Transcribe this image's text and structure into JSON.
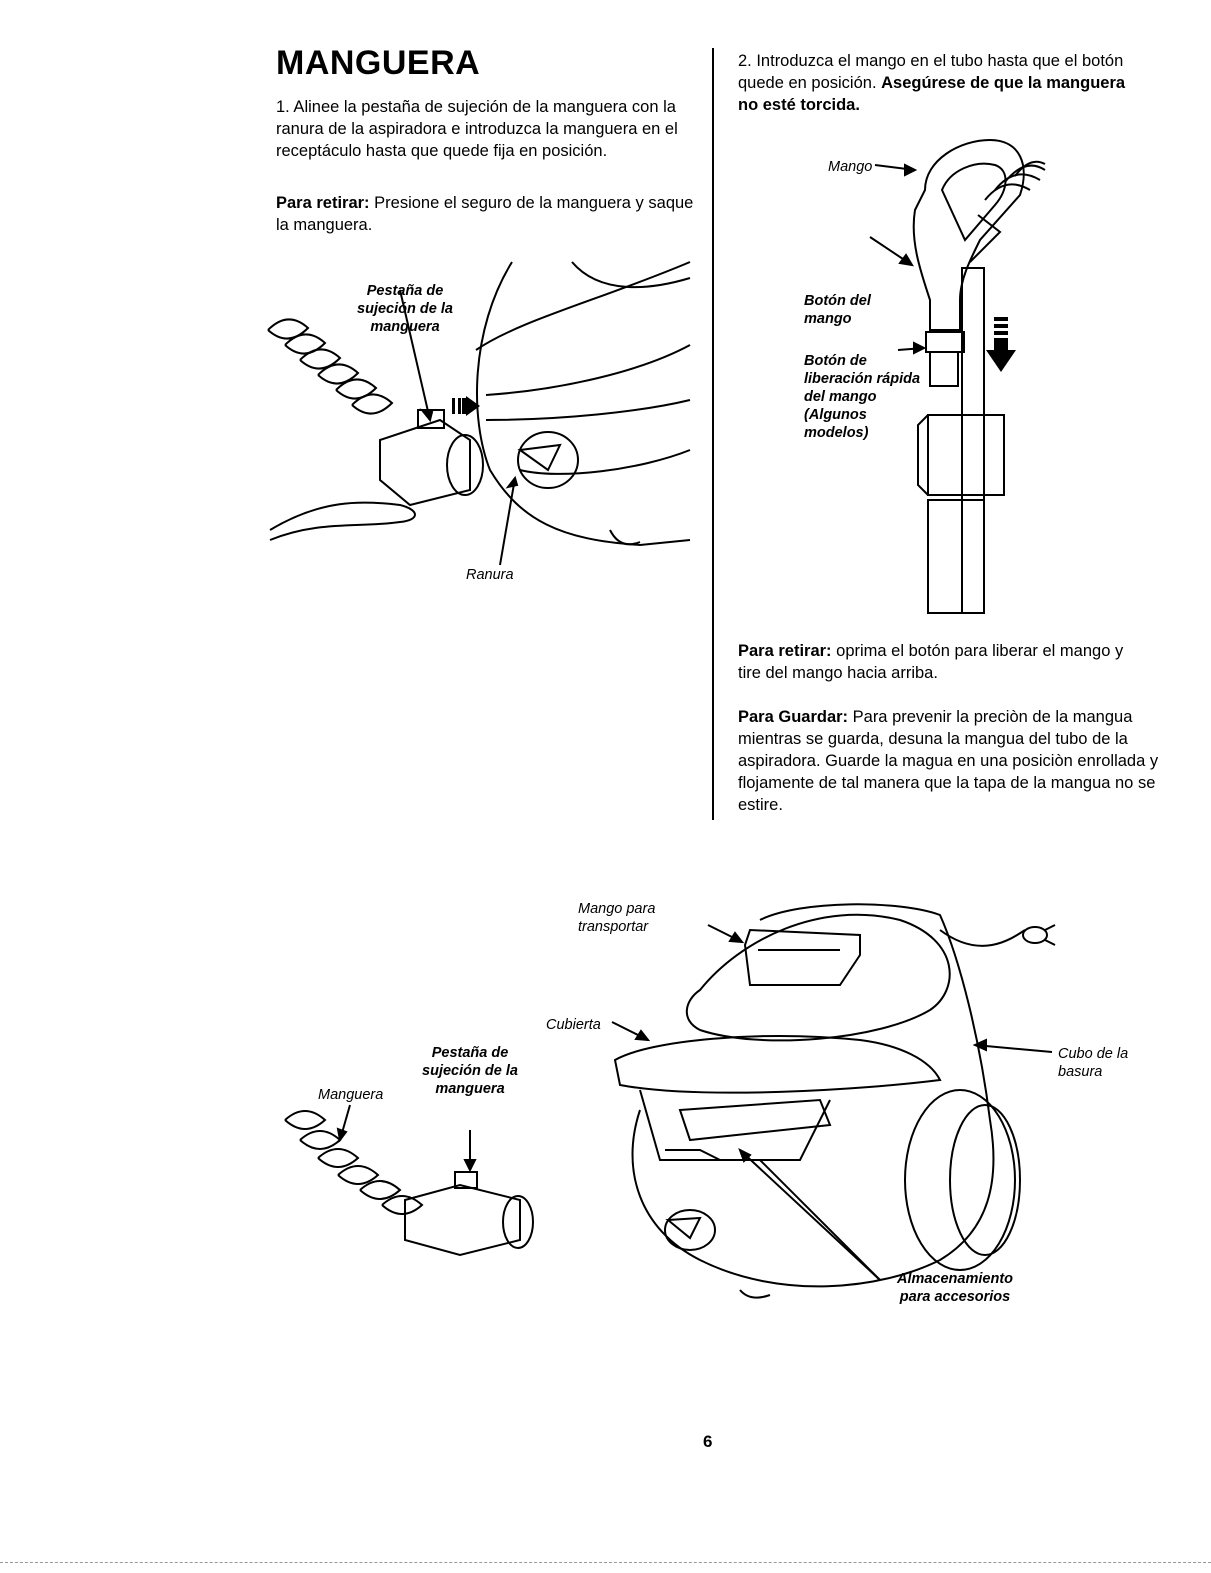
{
  "title": "MANGUERA",
  "left": {
    "step1": "1. Alinee la pestaña de sujeción de la manguera con la ranura de la aspiradora e introduzca la manguera en el receptáculo hasta que quede fija en posición.",
    "remove_label": "Para retirar:",
    "remove_text": " Presione el seguro de la manguera y saque la manguera."
  },
  "right": {
    "step2_plain": "2. Introduzca el mango en el tubo hasta que el botón quede en posición. ",
    "step2_bold": "Asegúrese de que la manguera no esté torcida.",
    "remove_label": "Para retirar:",
    "remove_text": " oprima el botón para liberar el mango y tire del mango hacia arriba.",
    "store_label": "Para Guardar:",
    "store_text": " Para prevenir la preciòn de la mangua mientras se guarda, desuna la mangua del tubo de la aspiradora. Guarde la magua en una posiciòn enrollada  y flojamente de tal manera que la tapa de la mangua no se estire."
  },
  "fig1": {
    "tab_label": "Pestaña de sujeción de la manguera",
    "slot_label": "Ranura"
  },
  "fig2": {
    "handle_label": "Mango",
    "handle_button_label": "Botón del mango",
    "release_label": "Botón de liberación rápida del mango (Algunos modelos)"
  },
  "fig3": {
    "carry_label": "Mango para transportar",
    "cover_label": "Cubierta",
    "bin_label": "Cubo de la basura",
    "tab_label": "Pestaña de sujeción de la manguera",
    "hose_label": "Manguera",
    "storage_label": "Almacenamiento para accesorios"
  },
  "page_number": "6"
}
